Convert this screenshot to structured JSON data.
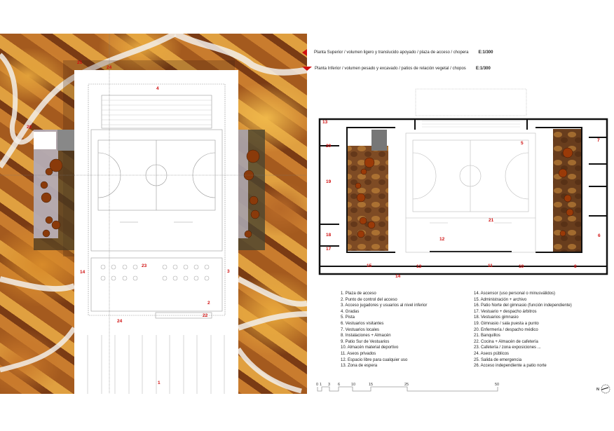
{
  "titles": [
    {
      "text": "Planta Superior / volumen ligero y translucido apoyado / plaza de acceso / chopera",
      "scale": "E:1/300"
    },
    {
      "text": "Planta Inferior / volumen pesado y excavado / patios de relación vegetal / chopos",
      "scale": "E:1/300"
    }
  ],
  "legend_left": [
    "1. Plaza de acceso",
    "2. Punto de control del acceso",
    "3. Acceso jugadores y usuarios al nivel inferior",
    "4. Gradas",
    "5. Pista",
    "6. Vestuarios visitantes",
    "7. Vestuarios locales",
    "8. Instalaciones + Almacén",
    "9. Patio Sur de Vestuarios",
    "10. Almacén material deportivo",
    "11. Aseos privados",
    "12. Espacio libre para cualquier uso",
    "13. Zona de espera"
  ],
  "legend_right": [
    "14. Ascensor (uso personal o minusválidos)",
    "15. Administración + archivo",
    "16. Patio Norte del gimnasio (función independiente)",
    "17. Vestuario + despacho árbitros",
    "18. Vestuarios gimnasio",
    "19. Gimnasio / sala puesta a punto",
    "20. Enfermería / despacho médico",
    "21. Banquillos",
    "22. Cocina + Almacén de cafetería",
    "23. Cafetería / zona exposiciones ...",
    "24. Aseos públicos",
    "25. Salida de emergencia",
    "26. Acceso independiente a patio norte"
  ],
  "upper_plan_labels": {
    "l1": "1",
    "l2": "2",
    "l3": "3",
    "l4": "4",
    "l14": "14",
    "l22": "22",
    "l23": "23",
    "l24a": "24",
    "l24b": "24",
    "l25": "25",
    "l26": "26"
  },
  "lower_plan_labels": {
    "l5": "5",
    "l6": "6",
    "l7": "7",
    "l8": "8",
    "l10": "10",
    "l11": "11",
    "l12": "12",
    "l13a": "13",
    "l13b": "13",
    "l14": "14",
    "l15": "15",
    "l17": "17",
    "l18": "18",
    "l19": "19",
    "l20": "20",
    "l21": "21"
  },
  "scale_bar": [
    "0",
    "1",
    "3",
    "6",
    "10",
    "15",
    "25",
    "50"
  ],
  "north_label": "N",
  "colors": {
    "accent_red": "#d01010"
  }
}
